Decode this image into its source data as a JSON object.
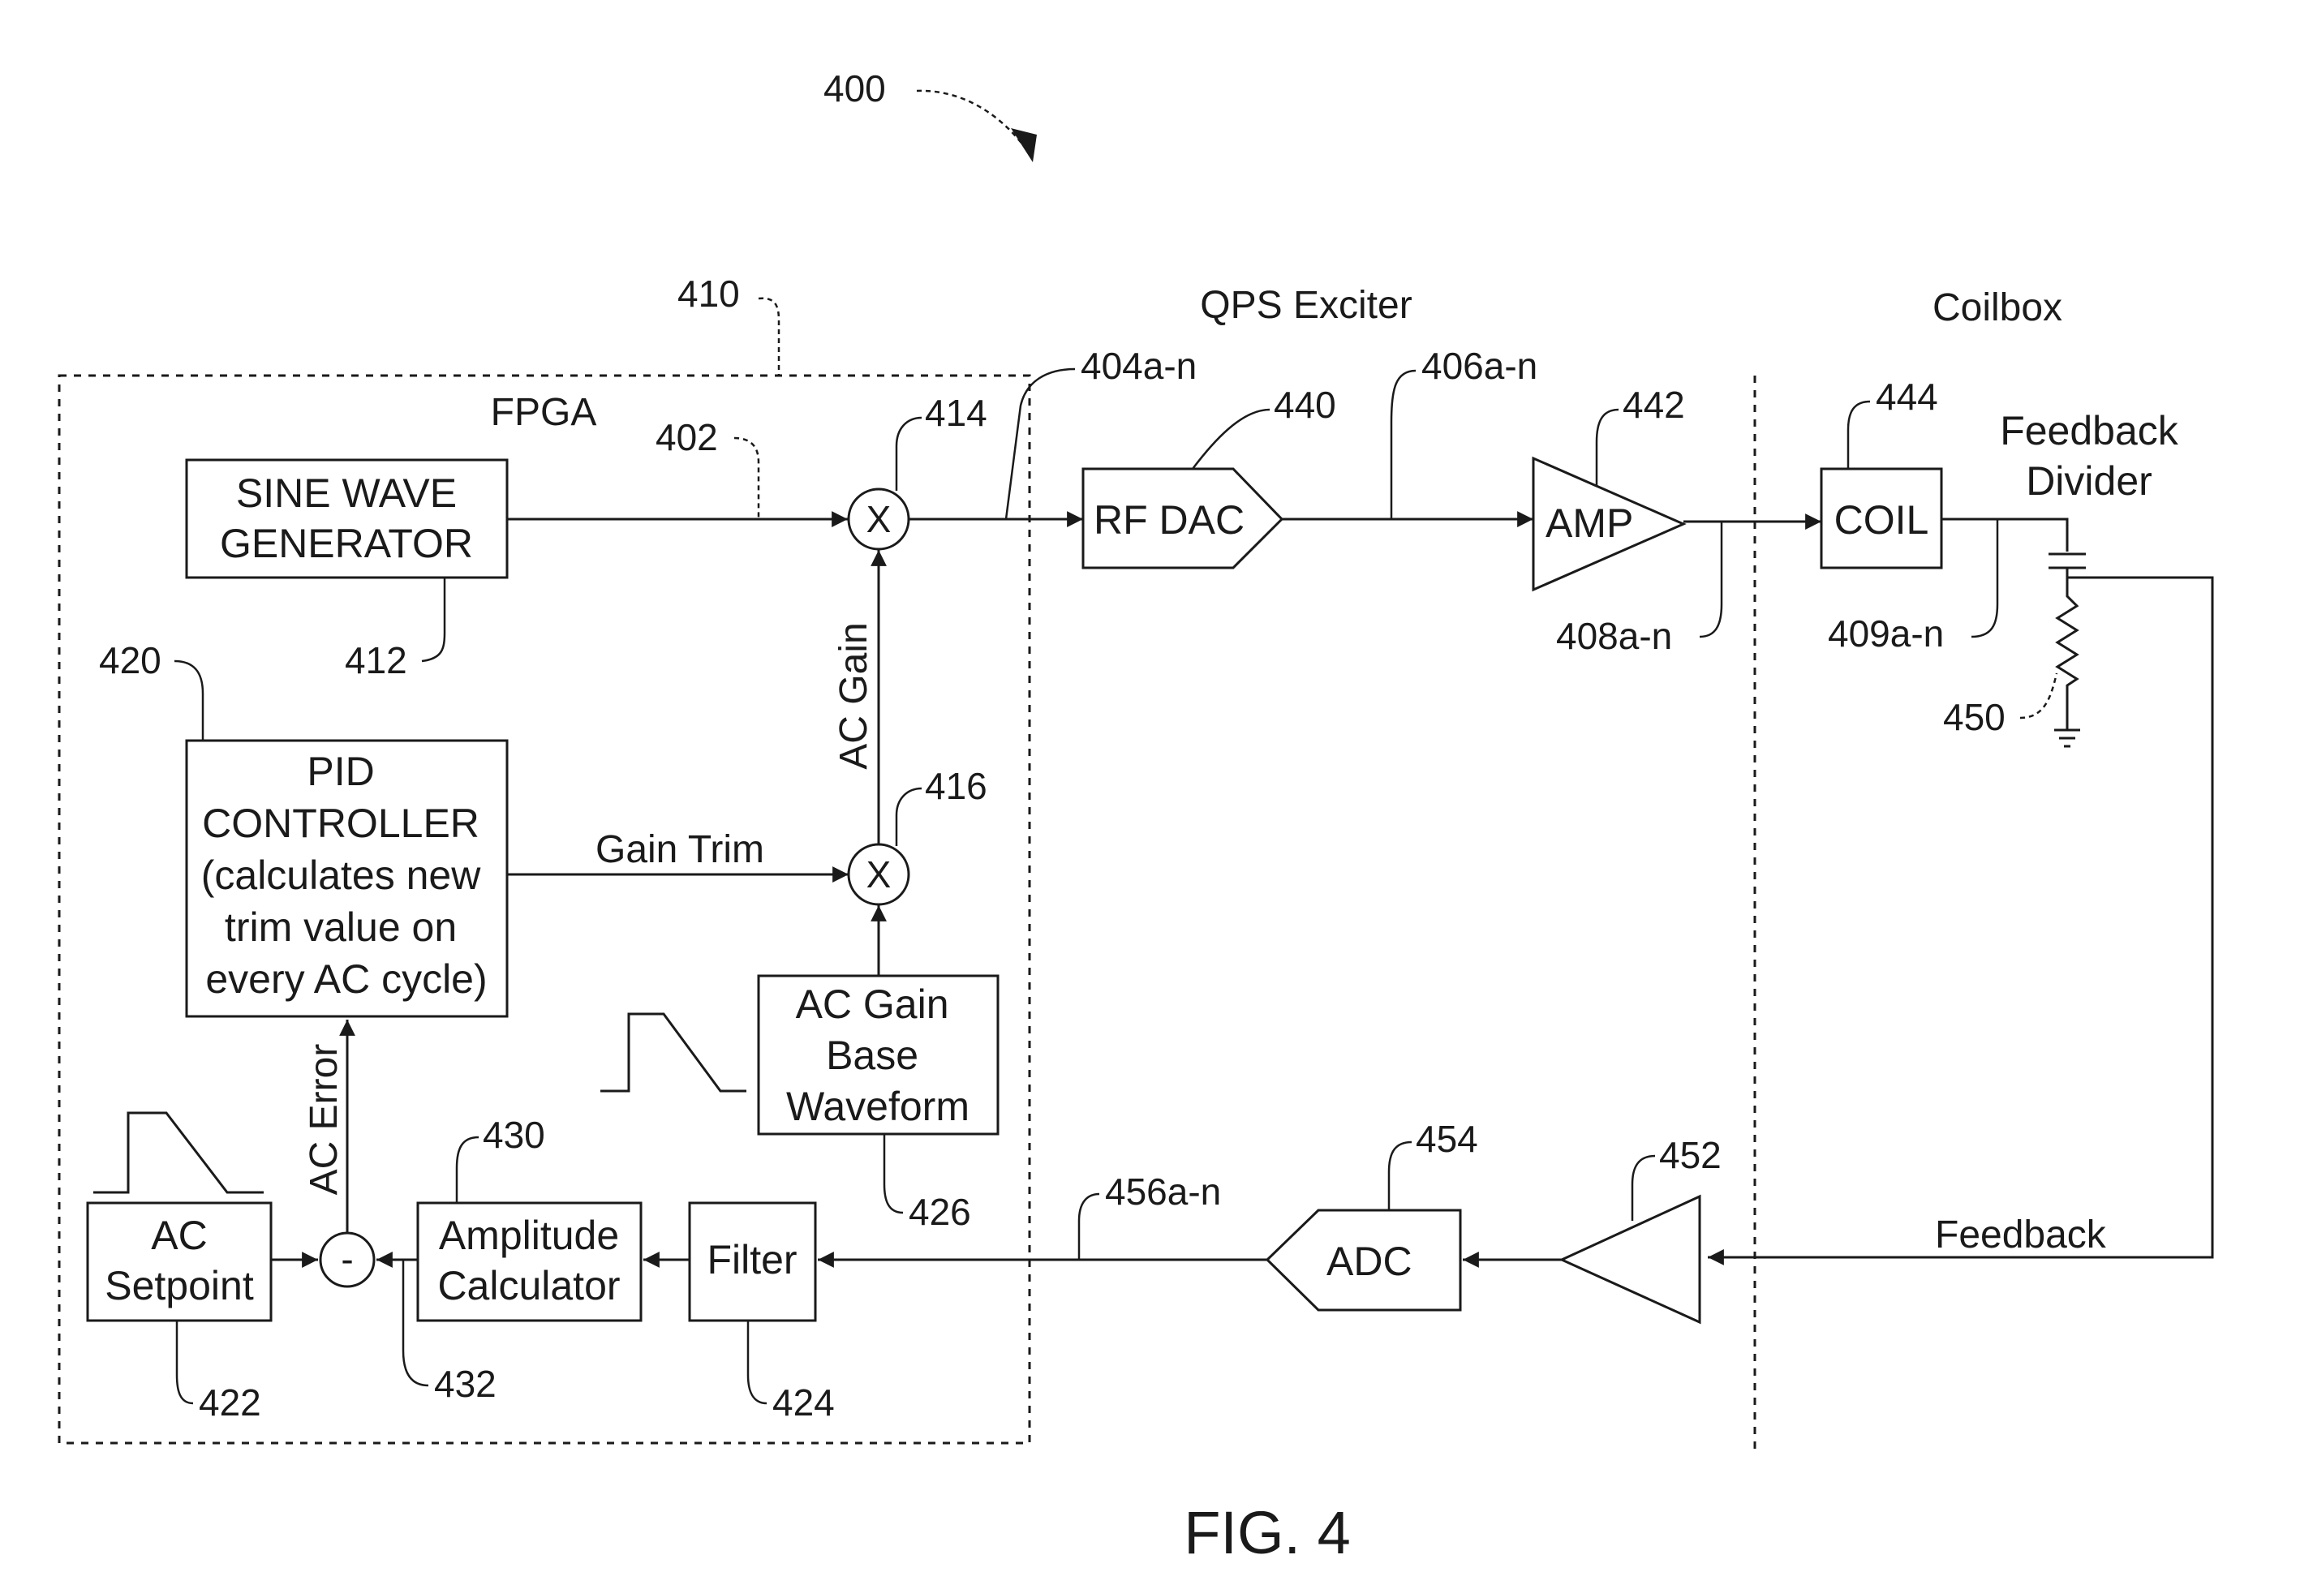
{
  "figure": {
    "number_label": "FIG. 4",
    "ref_overall": "400",
    "regions": {
      "fpga_ref": "410",
      "fpga_label": "FPGA",
      "exciter_label": "QPS Exciter",
      "coilbox_label": "Coilbox"
    },
    "blocks": {
      "sine": {
        "lines": [
          "SINE WAVE",
          "GENERATOR"
        ],
        "ref": "412"
      },
      "mult1": {
        "symbol": "X",
        "ref": "414"
      },
      "mult2": {
        "symbol": "X",
        "ref": "416"
      },
      "pid": {
        "lines": [
          "PID",
          "CONTROLLER",
          "(calculates new",
          "trim value on",
          "every AC cycle)"
        ],
        "ref": "420"
      },
      "setpoint": {
        "lines": [
          "AC",
          "Setpoint"
        ],
        "ref": "422"
      },
      "subtract": {
        "symbol": "-",
        "ref": "432"
      },
      "amplitude": {
        "lines": [
          "Amplitude",
          "Calculator"
        ],
        "ref": "430"
      },
      "filter": {
        "label": "Filter",
        "ref": "424"
      },
      "gainbase": {
        "lines": [
          "AC Gain",
          "Base",
          "Waveform"
        ],
        "ref": "426"
      },
      "rfdac": {
        "label": "RF DAC",
        "ref": "440"
      },
      "amp": {
        "label": "AMP",
        "ref": "442"
      },
      "coil": {
        "label": "COIL",
        "ref": "444"
      },
      "divider": {
        "lines": [
          "Feedback",
          "Divider"
        ],
        "ref": "450"
      },
      "adc": {
        "label": "ADC",
        "ref": "454"
      },
      "buffer": {
        "ref": "452"
      }
    },
    "signals": {
      "s402": "402",
      "s404": "404a-n",
      "s406": "406a-n",
      "s408": "408a-n",
      "s409": "409a-n",
      "s456": "456a-n",
      "ac_gain": "AC Gain",
      "gain_trim": "Gain Trim",
      "ac_error": "AC Error",
      "feedback": "Feedback"
    }
  }
}
